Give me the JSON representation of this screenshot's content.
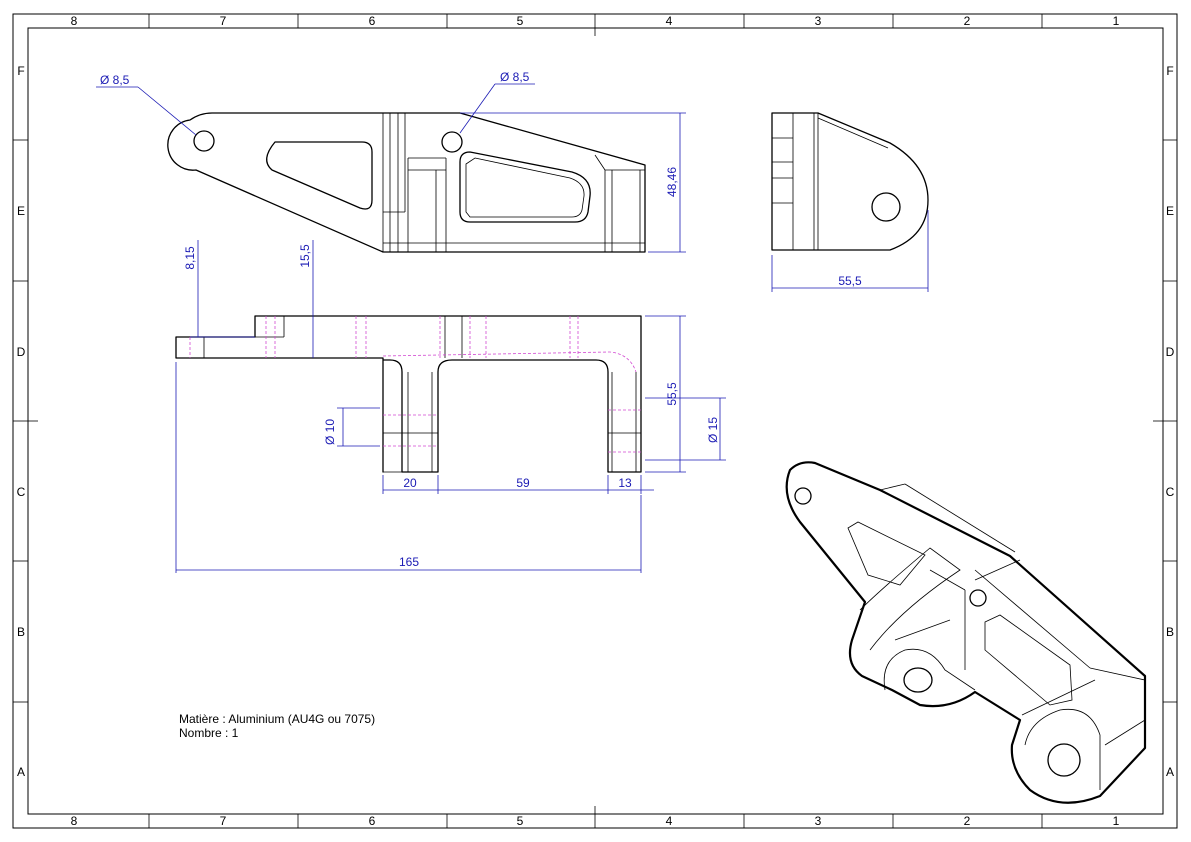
{
  "border": {
    "columns_top": [
      "8",
      "7",
      "6",
      "5",
      "4",
      "3",
      "2",
      "1"
    ],
    "columns_bottom": [
      "8",
      "7",
      "6",
      "5",
      "4",
      "3",
      "2",
      "1"
    ],
    "rows_left": [
      "F",
      "E",
      "D",
      "C",
      "B",
      "A"
    ],
    "rows_right": [
      "F",
      "E",
      "D",
      "C",
      "B",
      "A"
    ]
  },
  "dimensions": {
    "hole_left": "Ø 8,5",
    "hole_right": "Ø 8,5",
    "height_front": "48,46",
    "width_side": "55,5",
    "step_small": "8,15",
    "step_large": "15,5",
    "depth_top": "55,5",
    "bore_left": "Ø 10",
    "bore_right": "Ø 15",
    "seg_1": "20",
    "seg_2": "59",
    "seg_3": "13",
    "overall_length": "165"
  },
  "notes": {
    "material": "Matière : Aluminium (AU4G ou 7075)",
    "quantity": "Nombre : 1"
  }
}
